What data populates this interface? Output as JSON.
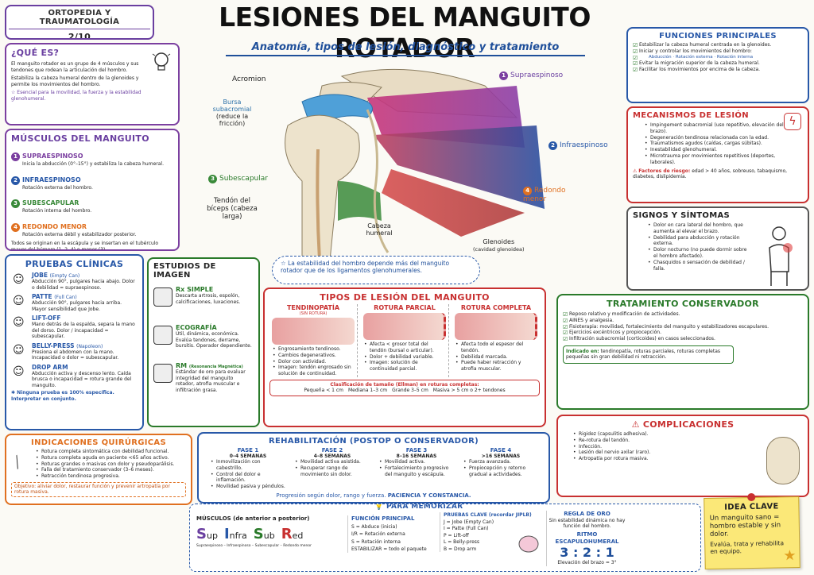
{
  "header": {
    "category": "ORTOPEDIA Y TRAUMATOLOGÍA",
    "page": "2/10",
    "title": "LESIONES DEL MANGUITO ROTADOR",
    "subtitle": "Anatomía, tipos de lesión, diagnóstico y tratamiento"
  },
  "que_es": {
    "title": "¿QUÉ ES?",
    "p1": "El manguito rotador es un grupo de 4 músculos y sus tendones que rodean la articulación del hombro.",
    "p2": "Estabiliza la cabeza humeral dentro de la glenoides y permite los movimientos del hombro.",
    "note": "Esencial para la movilidad, la fuerza y la estabilidad glenohumeral."
  },
  "musculos": {
    "title": "MÚSCULOS DEL MANGUITO",
    "items": [
      {
        "n": "1",
        "name": "SUPRAESPINOSO",
        "desc": "Inicia la abducción (0°–15°) y estabiliza la cabeza humeral.",
        "color": "#7b3fa0"
      },
      {
        "n": "2",
        "name": "INFRAESPINOSO",
        "desc": "Rotación externa del hombro.",
        "color": "#2858a8"
      },
      {
        "n": "3",
        "name": "SUBESCAPULAR",
        "desc": "Rotación interna del hombro.",
        "color": "#3a8a3a"
      },
      {
        "n": "4",
        "name": "REDONDO MENOR",
        "desc": "Rotación externa débil y estabilizador posterior.",
        "color": "#e07020"
      }
    ],
    "footer": "Todos se originan en la escápula y se insertan en el tubérculo mayor del húmero (1, 2, 4) o menor (3)."
  },
  "anatomia": {
    "acromion": "Acromion",
    "bursa": "Bursa subacromial",
    "bursa_note": "(reduce la fricción)",
    "supra": "Supraespinoso",
    "infra": "Infraespinoso",
    "subesc": "Subescapular",
    "redondo": "Redondo menor",
    "tendon": "Tendón del bíceps (cabeza larga)",
    "cabeza": "Cabeza humeral",
    "glenoides": "Glenoides",
    "glenoides_note": "(cavidad glenoidea)",
    "callout": "La estabilidad del hombro depende más del manguito rotador que de los ligamentos glenohumerales."
  },
  "funciones": {
    "title": "FUNCIONES PRINCIPALES",
    "items": [
      "Estabilizar la cabeza humeral centrada en la glenoides.",
      "Iniciar y controlar los movimientos del hombro:",
      "Evitar la migración superior de la cabeza humeral.",
      "Facilitar los movimientos por encima de la cabeza."
    ],
    "mov": [
      "Abducción",
      "Rotación externa",
      "Rotación interna"
    ]
  },
  "mecanismos": {
    "title": "MECANISMOS DE LESIÓN",
    "items": [
      "Impingement subacromial (uso repetitivo, elevación del brazo).",
      "Degeneración tendinosa relacionada con la edad.",
      "Traumatismos agudos (caídas, cargas súbitas).",
      "Inestabilidad glenohumeral.",
      "Microtrauma por movimientos repetitivos (deportes, laborales)."
    ],
    "riesgo_label": "Factores de riesgo:",
    "riesgo": "edad > 40 años, sobreuso, tabaquismo, diabetes, dislipidemia."
  },
  "signos": {
    "title": "SIGNOS Y SÍNTOMAS",
    "items": [
      "Dolor en cara lateral del hombro, que aumenta al elevar el brazo.",
      "Debilidad para abducción y rotación externa.",
      "Dolor nocturno (no puede dormir sobre el hombro afectado).",
      "Chasquidos o sensación de debilidad / falla."
    ]
  },
  "pruebas": {
    "title": "PRUEBAS CLÍNICAS",
    "items": [
      {
        "name": "JOBE",
        "sub": "(Empty Can)",
        "desc": "Abducción 90°, pulgares hacia abajo. Dolor o debilidad = supraespinoso."
      },
      {
        "name": "PATTE",
        "sub": "(Full Can)",
        "desc": "Abducción 90°, pulgares hacia arriba. Mayor sensibilidad que Jobe."
      },
      {
        "name": "LIFT-OFF",
        "sub": "",
        "desc": "Mano detrás de la espalda, separa la mano del dorso. Dolor / incapacidad = subescapular."
      },
      {
        "name": "BELLY-PRESS",
        "sub": "(Napoleon)",
        "desc": "Presiona el abdomen con la mano. Incapacidad o dolor = subescapular."
      },
      {
        "name": "DROP ARM",
        "sub": "",
        "desc": "Abducción activa y descenso lento. Caída brusca o incapacidad = rotura grande del manguito."
      }
    ],
    "note": "Ninguna prueba es 100% específica. Interpretar en conjunto."
  },
  "estudios": {
    "title": "ESTUDIOS DE IMAGEN",
    "items": [
      {
        "name": "Rx SIMPLE",
        "sub": "",
        "desc": "Descarta artrosis, espolón, calcificaciones, luxaciones."
      },
      {
        "name": "ECOGRAFÍA",
        "sub": "",
        "desc": "Útil, dinámica, económica. Evalúa tendones, derrame, bursitis. Operador dependiente."
      },
      {
        "name": "RM",
        "sub": "(Resonancia Magnética)",
        "desc": "Estándar de oro para evaluar integridad del manguito rotador, atrofia muscular e infiltración grasa."
      }
    ]
  },
  "tipos": {
    "title": "TIPOS DE LESIÓN DEL MANGUITO",
    "cols": [
      {
        "name": "TENDINOPATÍA",
        "sub": "(SIN ROTURA)",
        "items": [
          "Engrosamiento tendinoso.",
          "Cambios degenerativos.",
          "Dolor con actividad.",
          "Imagen: tendón engrosado sin solución de continuidad."
        ]
      },
      {
        "name": "ROTURA PARCIAL",
        "sub": "",
        "items": [
          "Afecta < grosor total del tendón (bursal o articular).",
          "Dolor + debilidad variable.",
          "Imagen: solución de continuidad parcial."
        ]
      },
      {
        "name": "ROTURA COMPLETA",
        "sub": "",
        "items": [
          "Afecta todo el espesor del tendón.",
          "Debilidad marcada.",
          "Puede haber retracción y atrofia muscular."
        ]
      }
    ],
    "clasif_title": "Clasificación de tamaño (Ellman) en roturas completas:",
    "clasif": [
      "Pequeña < 1 cm",
      "Mediana 1–3 cm",
      "Grande 3–5 cm",
      "Masiva > 5 cm o 2+ tendones"
    ]
  },
  "tratamiento": {
    "title": "TRATAMIENTO CONSERVADOR",
    "items": [
      "Reposo relativo y modificación de actividades.",
      "AINES y analgesia.",
      "Fisioterapia: movilidad, fortalecimiento del manguito y estabilizadores escapulares.",
      "Ejercicios excéntricos y propiocepción.",
      "Infiltración subacromial (corticoides) en casos seleccionados."
    ],
    "indicado_label": "Indicado en:",
    "indicado": "tendinopatía, roturas parciales, roturas completas pequeñas sin gran debilidad ni retracción."
  },
  "quirurgicas": {
    "title": "INDICACIONES QUIRÚRGICAS",
    "items": [
      "Rotura completa sintomática con debilidad funcional.",
      "Rotura completa aguda en paciente <65 años activo.",
      "Roturas grandes o masivas con dolor y pseudoparálisis.",
      "Falla del tratamiento conservador (3–6 meses).",
      "Retracción tendinosa progresiva."
    ],
    "objetivo": "Objetivo: aliviar dolor, restaurar función y prevenir artropatía por rotura masiva."
  },
  "rehab": {
    "title": "REHABILITACIÓN (POSTOP O CONSERVADOR)",
    "fases": [
      {
        "n": "FASE 1",
        "w": "0–4 SEMANAS",
        "items": [
          "Inmovilización con cabestrillo.",
          "Control del dolor e inflamación.",
          "Movilidad pasiva y péndulos."
        ]
      },
      {
        "n": "FASE 2",
        "w": "4–8 SEMANAS",
        "items": [
          "Movilidad activa asistida.",
          "Recuperar rango de movimiento sin dolor."
        ]
      },
      {
        "n": "FASE 3",
        "w": "8–16 SEMANAS",
        "items": [
          "Movilidad activa.",
          "Fortalecimiento progresivo del manguito y escápula."
        ]
      },
      {
        "n": "FASE 4",
        "w": ">16 SEMANAS",
        "items": [
          "Fuerza avanzada.",
          "Propiocepción y retorno gradual a actividades."
        ]
      }
    ],
    "footer": "Progresión según dolor, rango y fuerza.",
    "footer2": "PACIENCIA Y CONSTANCIA."
  },
  "complicaciones": {
    "title": "COMPLICACIONES",
    "items": [
      "Rigidez (capsulitis adhesiva).",
      "Re-rotura del tendón.",
      "Infección.",
      "Lesión del nervio axilar (raro).",
      "Artropatía por rotura masiva."
    ]
  },
  "memorizar": {
    "title": "PARA MEMORIZAR",
    "musculos_title": "MÚSCULOS (de anterior a posterior)",
    "sisr": [
      [
        "S",
        "up"
      ],
      [
        "I",
        "nfra"
      ],
      [
        "S",
        "ub"
      ],
      [
        "R",
        "ed"
      ]
    ],
    "sisr_caption": "Supraespinoso – Infraespinoso – Subescapular – Redondo menor",
    "funcion_title": "FUNCIÓN PRINCIPAL",
    "funcion": [
      "S = Abduce (inicia)",
      "I/R = Rotación externa",
      "S = Rotación interna",
      "ESTABILIZAR = todo el paquete"
    ],
    "pruebas_title": "PRUEBAS CLAVE (recordar JIPLB)",
    "pruebas": [
      "J = Jobe (Empty Can)",
      "I = Patte (Full Can)",
      "P = Lift-off",
      "L = Belly-press",
      "B = Drop arm"
    ],
    "regla_title": "REGLA DE ORO",
    "regla": "Sin estabilidad dinámica no hay función del hombro.",
    "ritmo_title": "RITMO ESCAPULOHUMERAL",
    "ritmo": "3 : 2 : 1",
    "ritmo_note": "Elevación del brazo = 3°"
  },
  "idea": {
    "title": "IDEA CLAVE",
    "text": "Un manguito sano = hombro estable y sin dolor.",
    "text2": "Evalúa, trata y rehabilita en equipo."
  }
}
